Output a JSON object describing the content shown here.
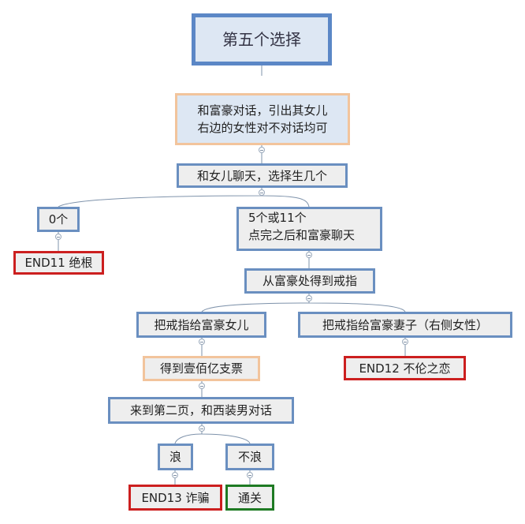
{
  "nodes": {
    "root": "第五个选择",
    "talk_rich_line1": "和富豪对话，引出其女儿",
    "talk_rich_line2": "右边的女性对不对话均可",
    "chat_daughter": "和女儿聊天，选择生几个",
    "zero": "0个",
    "five_eleven_line1": "5个或11个",
    "five_eleven_line2": "点完之后和富豪聊天",
    "end11": "END11 绝根",
    "get_ring": "从富豪处得到戒指",
    "ring_daughter": "把戒指给富豪女儿",
    "ring_wife": "把戒指给富豪妻子（右侧女性）",
    "cheque": "得到壹佰亿支票",
    "end12": "END12 不伦之恋",
    "page_two": "来到第二页，和西装男对话",
    "lang": "浪",
    "bulang": "不浪",
    "end13": "END13 诈骗",
    "clear": "通关"
  },
  "colors": {
    "blue": "#6a8fc0",
    "orange": "#f2c49c",
    "red": "#cc1f1f",
    "green": "#1e7a23"
  }
}
